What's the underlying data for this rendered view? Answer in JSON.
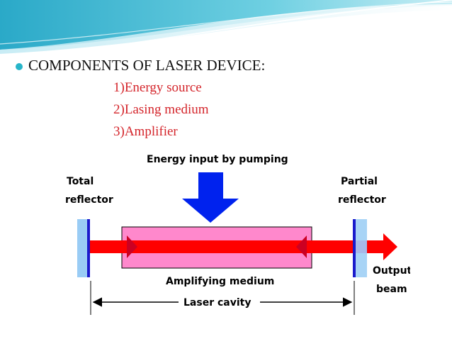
{
  "slide": {
    "title": "COMPONENTS  OF LASER DEVICE:",
    "items": [
      "1)Energy source",
      "2)Lasing medium",
      "3)Amplifier"
    ]
  },
  "diagram": {
    "energy_input_label": "Energy input by pumping",
    "total_reflector_line1": "Total",
    "total_reflector_line2": "reflector",
    "partial_reflector_line1": "Partial",
    "partial_reflector_line2": "reflector",
    "amplifying_medium_label": "Amplifying medium",
    "laser_cavity_label": "Laser cavity",
    "output_beam_line1": "Output",
    "output_beam_line2": "beam"
  },
  "colors": {
    "bullet": "#27b5c9",
    "list_text": "#d4252b",
    "beam": "#ff0000",
    "medium_fill": "#ff88cc",
    "pump_arrow": "#0022ee",
    "mirror_plate": "#99ccf5",
    "mirror_edge": "#1a1acc"
  }
}
